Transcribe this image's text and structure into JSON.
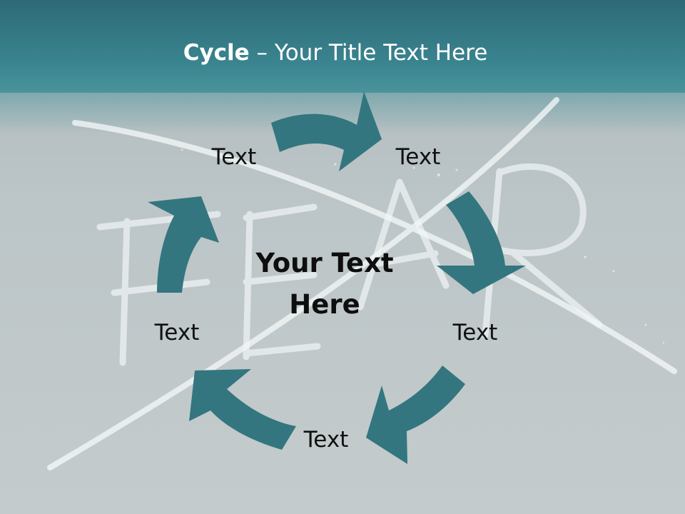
{
  "slide": {
    "title_bold": "Cycle",
    "title_rest": " – Your Title Text Here",
    "background_word": "FEAR",
    "center_text": "Your Text Here",
    "nodes": [
      {
        "label": "Text"
      },
      {
        "label": "Text"
      },
      {
        "label": "Text"
      },
      {
        "label": "Text"
      },
      {
        "label": "Text"
      }
    ]
  },
  "colors": {
    "header": "#2d6a76",
    "arrow": "#33767f",
    "chalk": "#eef3f4",
    "background": "#bcc5c7"
  },
  "icons": [
    "curved-arrow-icon"
  ]
}
